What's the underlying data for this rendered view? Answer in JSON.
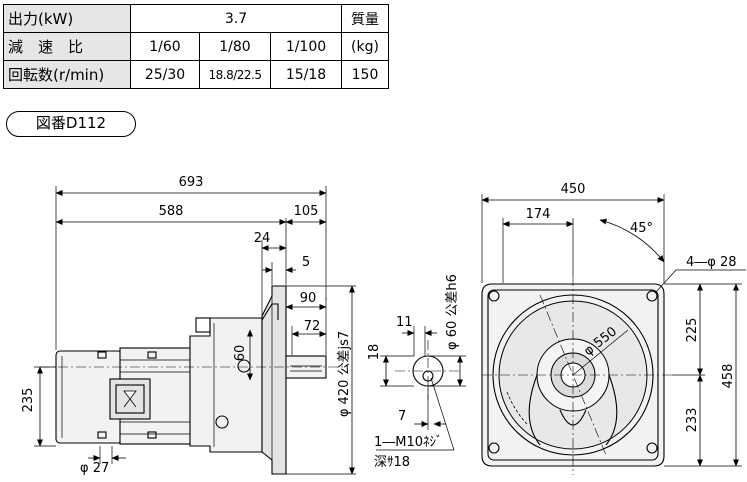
{
  "spec_table": {
    "output_label": "出力(kW)",
    "output_value": "3.7",
    "mass_label_top": "質量",
    "ratio_label": "減　速　比",
    "ratios": [
      "1/60",
      "1/80",
      "1/100"
    ],
    "mass_unit": "(kg)",
    "speed_label": "回転数(r/min)",
    "speeds": [
      "25/30",
      "18.8/22.5",
      "15/18"
    ],
    "mass_value": "150"
  },
  "drawing_label": "図番D112",
  "dimensions": {
    "overall_length": "693",
    "body_length": "588",
    "shaft_length": "105",
    "d24": "24",
    "d5": "5",
    "d90": "90",
    "d72": "72",
    "d60": "60",
    "height_235": "235",
    "phi27": "φ 27",
    "phi420": "φ 420 公差js7",
    "d11": "11",
    "d18": "18",
    "d7": "7",
    "phi60": "φ 60 公差h6",
    "tap_line1": "1―M10ﾈｼﾞ",
    "tap_line2": "深ｻ18",
    "width_450": "450",
    "d174": "174",
    "angle_45": "45°",
    "holes": "4―φ 28",
    "phi550": "φ 550",
    "d225": "225",
    "d233": "233",
    "height_458": "458"
  }
}
